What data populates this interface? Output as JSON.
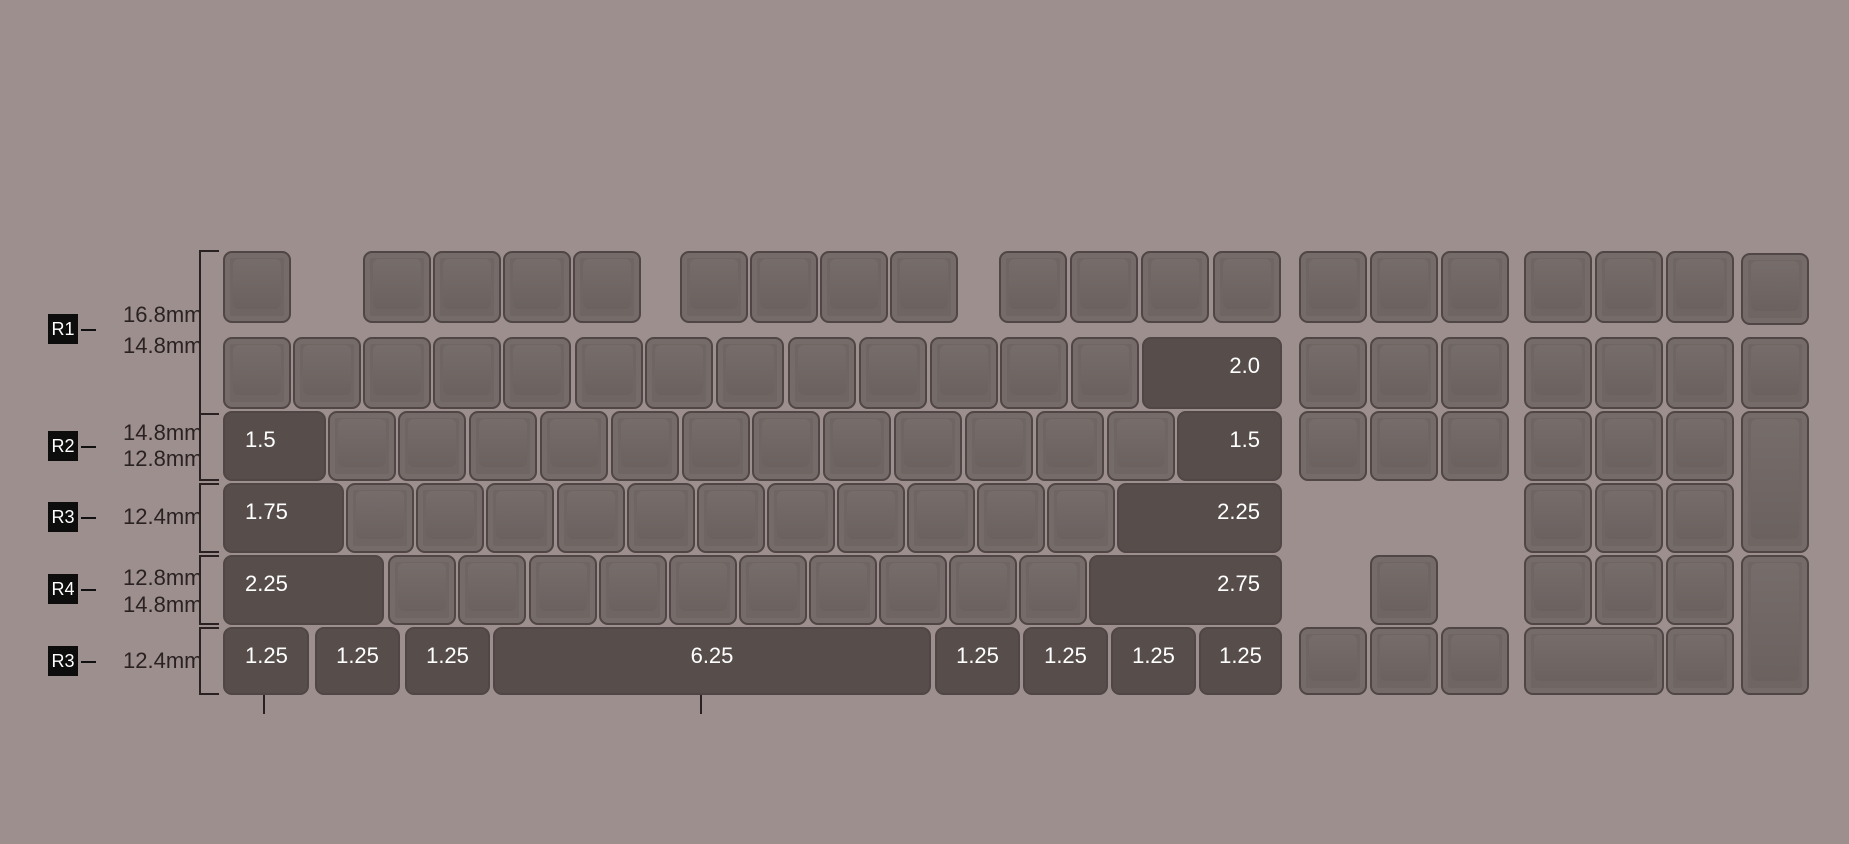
{
  "rows": [
    {
      "tag": "R1",
      "dims": [
        "16.8mm",
        "14.8mm"
      ]
    },
    {
      "tag": "R2",
      "dims": [
        "14.8mm",
        "12.8mm"
      ]
    },
    {
      "tag": "R3",
      "dims": [
        "12.4mm"
      ]
    },
    {
      "tag": "R4",
      "dims": [
        "12.8mm",
        "14.8mm"
      ]
    },
    {
      "tag": "R3",
      "dims": [
        "12.4mm"
      ]
    }
  ],
  "key_labels": {
    "backspace": "2.0",
    "tab": "1.5",
    "backslash": "1.5",
    "caps": "1.75",
    "enter": "2.25",
    "lshift": "2.25",
    "rshift": "2.75",
    "lctrl": "1.25",
    "lwin": "1.25",
    "lalt": "1.25",
    "space": "6.25",
    "ralt": "1.25",
    "rwin": "1.25",
    "menu": "1.25",
    "rctrl": "1.25"
  },
  "colors": {
    "background": "#9d8f8d",
    "key": "#6f6664",
    "wide_key": "#574e4c",
    "label": "#ffffff"
  }
}
